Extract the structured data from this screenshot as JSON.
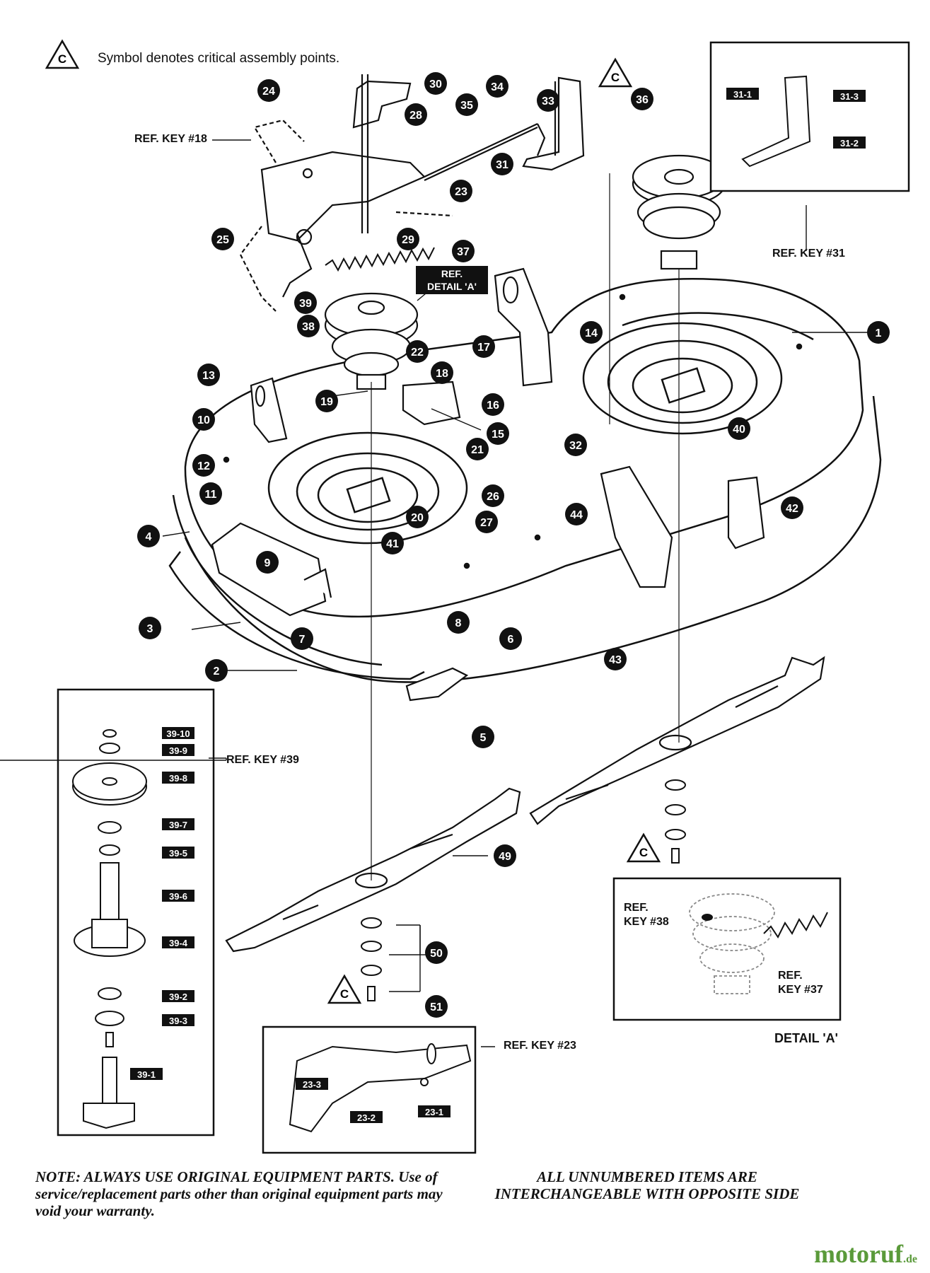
{
  "legend": {
    "symbol": "C",
    "text": "Symbol denotes critical assembly points."
  },
  "ref_labels": {
    "ref18": "REF. KEY #18",
    "ref31": "REF. KEY #31",
    "ref39": "REF. KEY #39",
    "ref23": "REF. KEY #23",
    "detail_callout": [
      "REF.",
      "DETAIL 'A'"
    ],
    "detail_title": "DETAIL 'A'",
    "detail_key38": [
      "REF.",
      "KEY #38"
    ],
    "detail_key37": [
      "REF.",
      "KEY #37"
    ]
  },
  "part_numbers": [
    "1",
    "2",
    "3",
    "4",
    "5",
    "6",
    "7",
    "8",
    "9",
    "10",
    "11",
    "12",
    "13",
    "14",
    "15",
    "16",
    "17",
    "18",
    "19",
    "20",
    "21",
    "22",
    "23",
    "24",
    "25",
    "26",
    "27",
    "28",
    "29",
    "30",
    "31",
    "32",
    "33",
    "34",
    "35",
    "36",
    "37",
    "38",
    "39",
    "40",
    "41",
    "42",
    "43",
    "44",
    "49",
    "50",
    "51"
  ],
  "sub_parts": {
    "ref31": [
      "31-1",
      "31-3",
      "31-2"
    ],
    "ref39": [
      "39-10",
      "39-9",
      "39-8",
      "39-7",
      "39-5",
      "39-6",
      "39-4",
      "39-2",
      "39-3",
      "39-1"
    ],
    "ref23": [
      "23-3",
      "23-2",
      "23-1"
    ]
  },
  "critical_symbol": "C",
  "notes": {
    "left": "NOTE: ALWAYS USE ORIGINAL EQUIPMENT PARTS. Use of service/replacement parts other than original equipment parts may void your warranty.",
    "right": "ALL UNNUMBERED ITEMS ARE INTERCHANGEABLE WITH OPPOSITE SIDE"
  },
  "watermark": {
    "name": "motoruf",
    "domain": ".de"
  },
  "colors": {
    "ink": "#111111",
    "paper": "#ffffff",
    "brand": "#5a9a3a"
  }
}
